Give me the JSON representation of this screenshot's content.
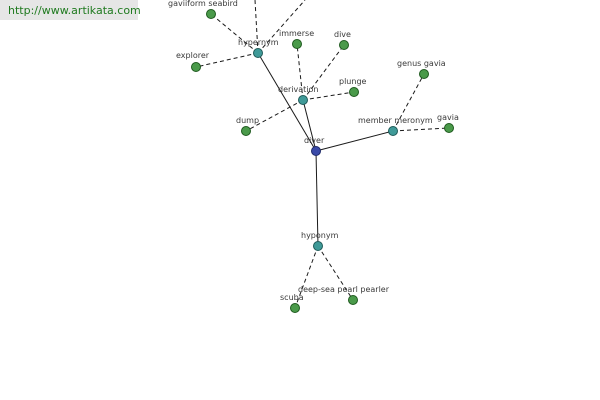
{
  "watermark": {
    "url": "http://www.artikata.com"
  },
  "graph": {
    "center": {
      "label": "diver"
    },
    "relations": [
      {
        "id": "hypernym",
        "label": "hypernym"
      },
      {
        "id": "derivation",
        "label": "derivation"
      },
      {
        "id": "member_meronym",
        "label": "member meronym"
      },
      {
        "id": "hyponym",
        "label": "hyponym"
      }
    ],
    "leaves": [
      {
        "id": "gaviiform_seabird",
        "label": "gaviiform seabird",
        "relation": "hypernym"
      },
      {
        "id": "explorer",
        "label": "explorer",
        "relation": "hypernym"
      },
      {
        "id": "immerse",
        "label": "immerse",
        "relation": "derivation"
      },
      {
        "id": "dive",
        "label": "dive",
        "relation": "derivation"
      },
      {
        "id": "plunge",
        "label": "plunge",
        "relation": "derivation"
      },
      {
        "id": "dump",
        "label": "dump",
        "relation": "derivation"
      },
      {
        "id": "genus_gavia",
        "label": "genus gavia",
        "relation": "member_meronym"
      },
      {
        "id": "gavia",
        "label": "gavia",
        "relation": "member_meronym"
      },
      {
        "id": "scuba",
        "label": "scuba",
        "relation": "hyponym"
      },
      {
        "id": "deep_sea_pearl_pearler",
        "label": "deep-sea pearl pearler",
        "relation": "hyponym"
      }
    ]
  },
  "colors": {
    "center_node": "#3a4aa8",
    "relation_node": "#3f9a98",
    "leaf_node": "#4a9a4a",
    "url_text": "#1f7a1f",
    "url_bg": "#e6e6e6"
  }
}
